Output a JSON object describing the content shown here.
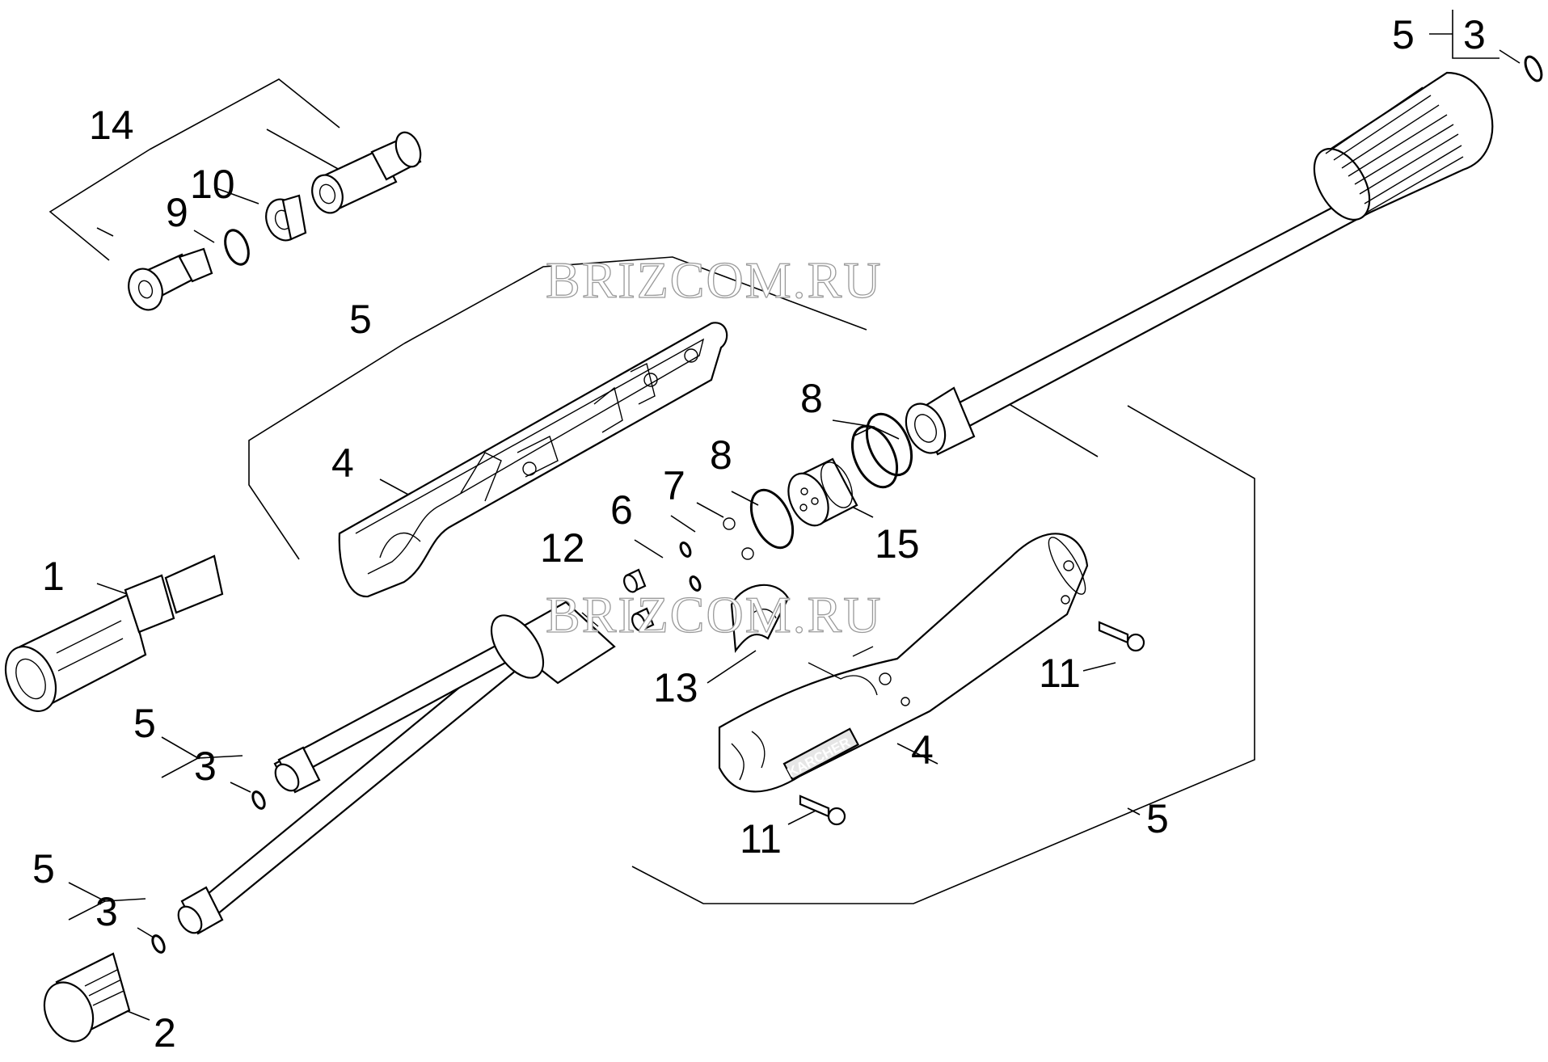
{
  "labels": {
    "l14": "14",
    "l10": "10",
    "l9": "9",
    "l5_top": "5",
    "l3_top": "3",
    "l5_holder": "5",
    "l4_holder": "4",
    "l8a": "8",
    "l8b": "8",
    "l7": "7",
    "l6": "6",
    "l12": "12",
    "l15": "15",
    "l1": "1",
    "l13": "13",
    "l5_a": "5",
    "l3_a": "3",
    "l5_b": "5",
    "l3_b": "3",
    "l2": "2",
    "l11a": "11",
    "l11b": "11",
    "l4_handle": "4",
    "l5_right": "5"
  },
  "watermark": {
    "text": "BRIZCOM.RU"
  },
  "brand": {
    "text": "KARCHER"
  }
}
